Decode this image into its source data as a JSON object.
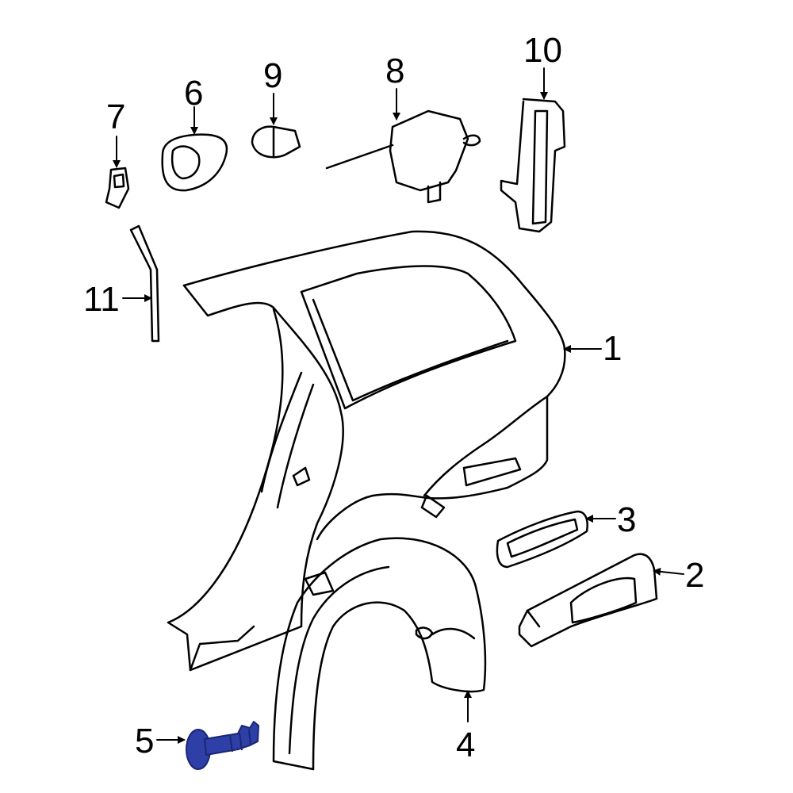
{
  "callouts": {
    "c1": "1",
    "c2": "2",
    "c3": "3",
    "c4": "4",
    "c5": "5",
    "c6": "6",
    "c7": "7",
    "c8": "8",
    "c9": "9",
    "c10": "10",
    "c11": "11"
  },
  "colors": {
    "line": "#000000",
    "highlight_fill": "#2f3fa8",
    "highlight_stroke": "#1a2670",
    "background": "#ffffff"
  }
}
